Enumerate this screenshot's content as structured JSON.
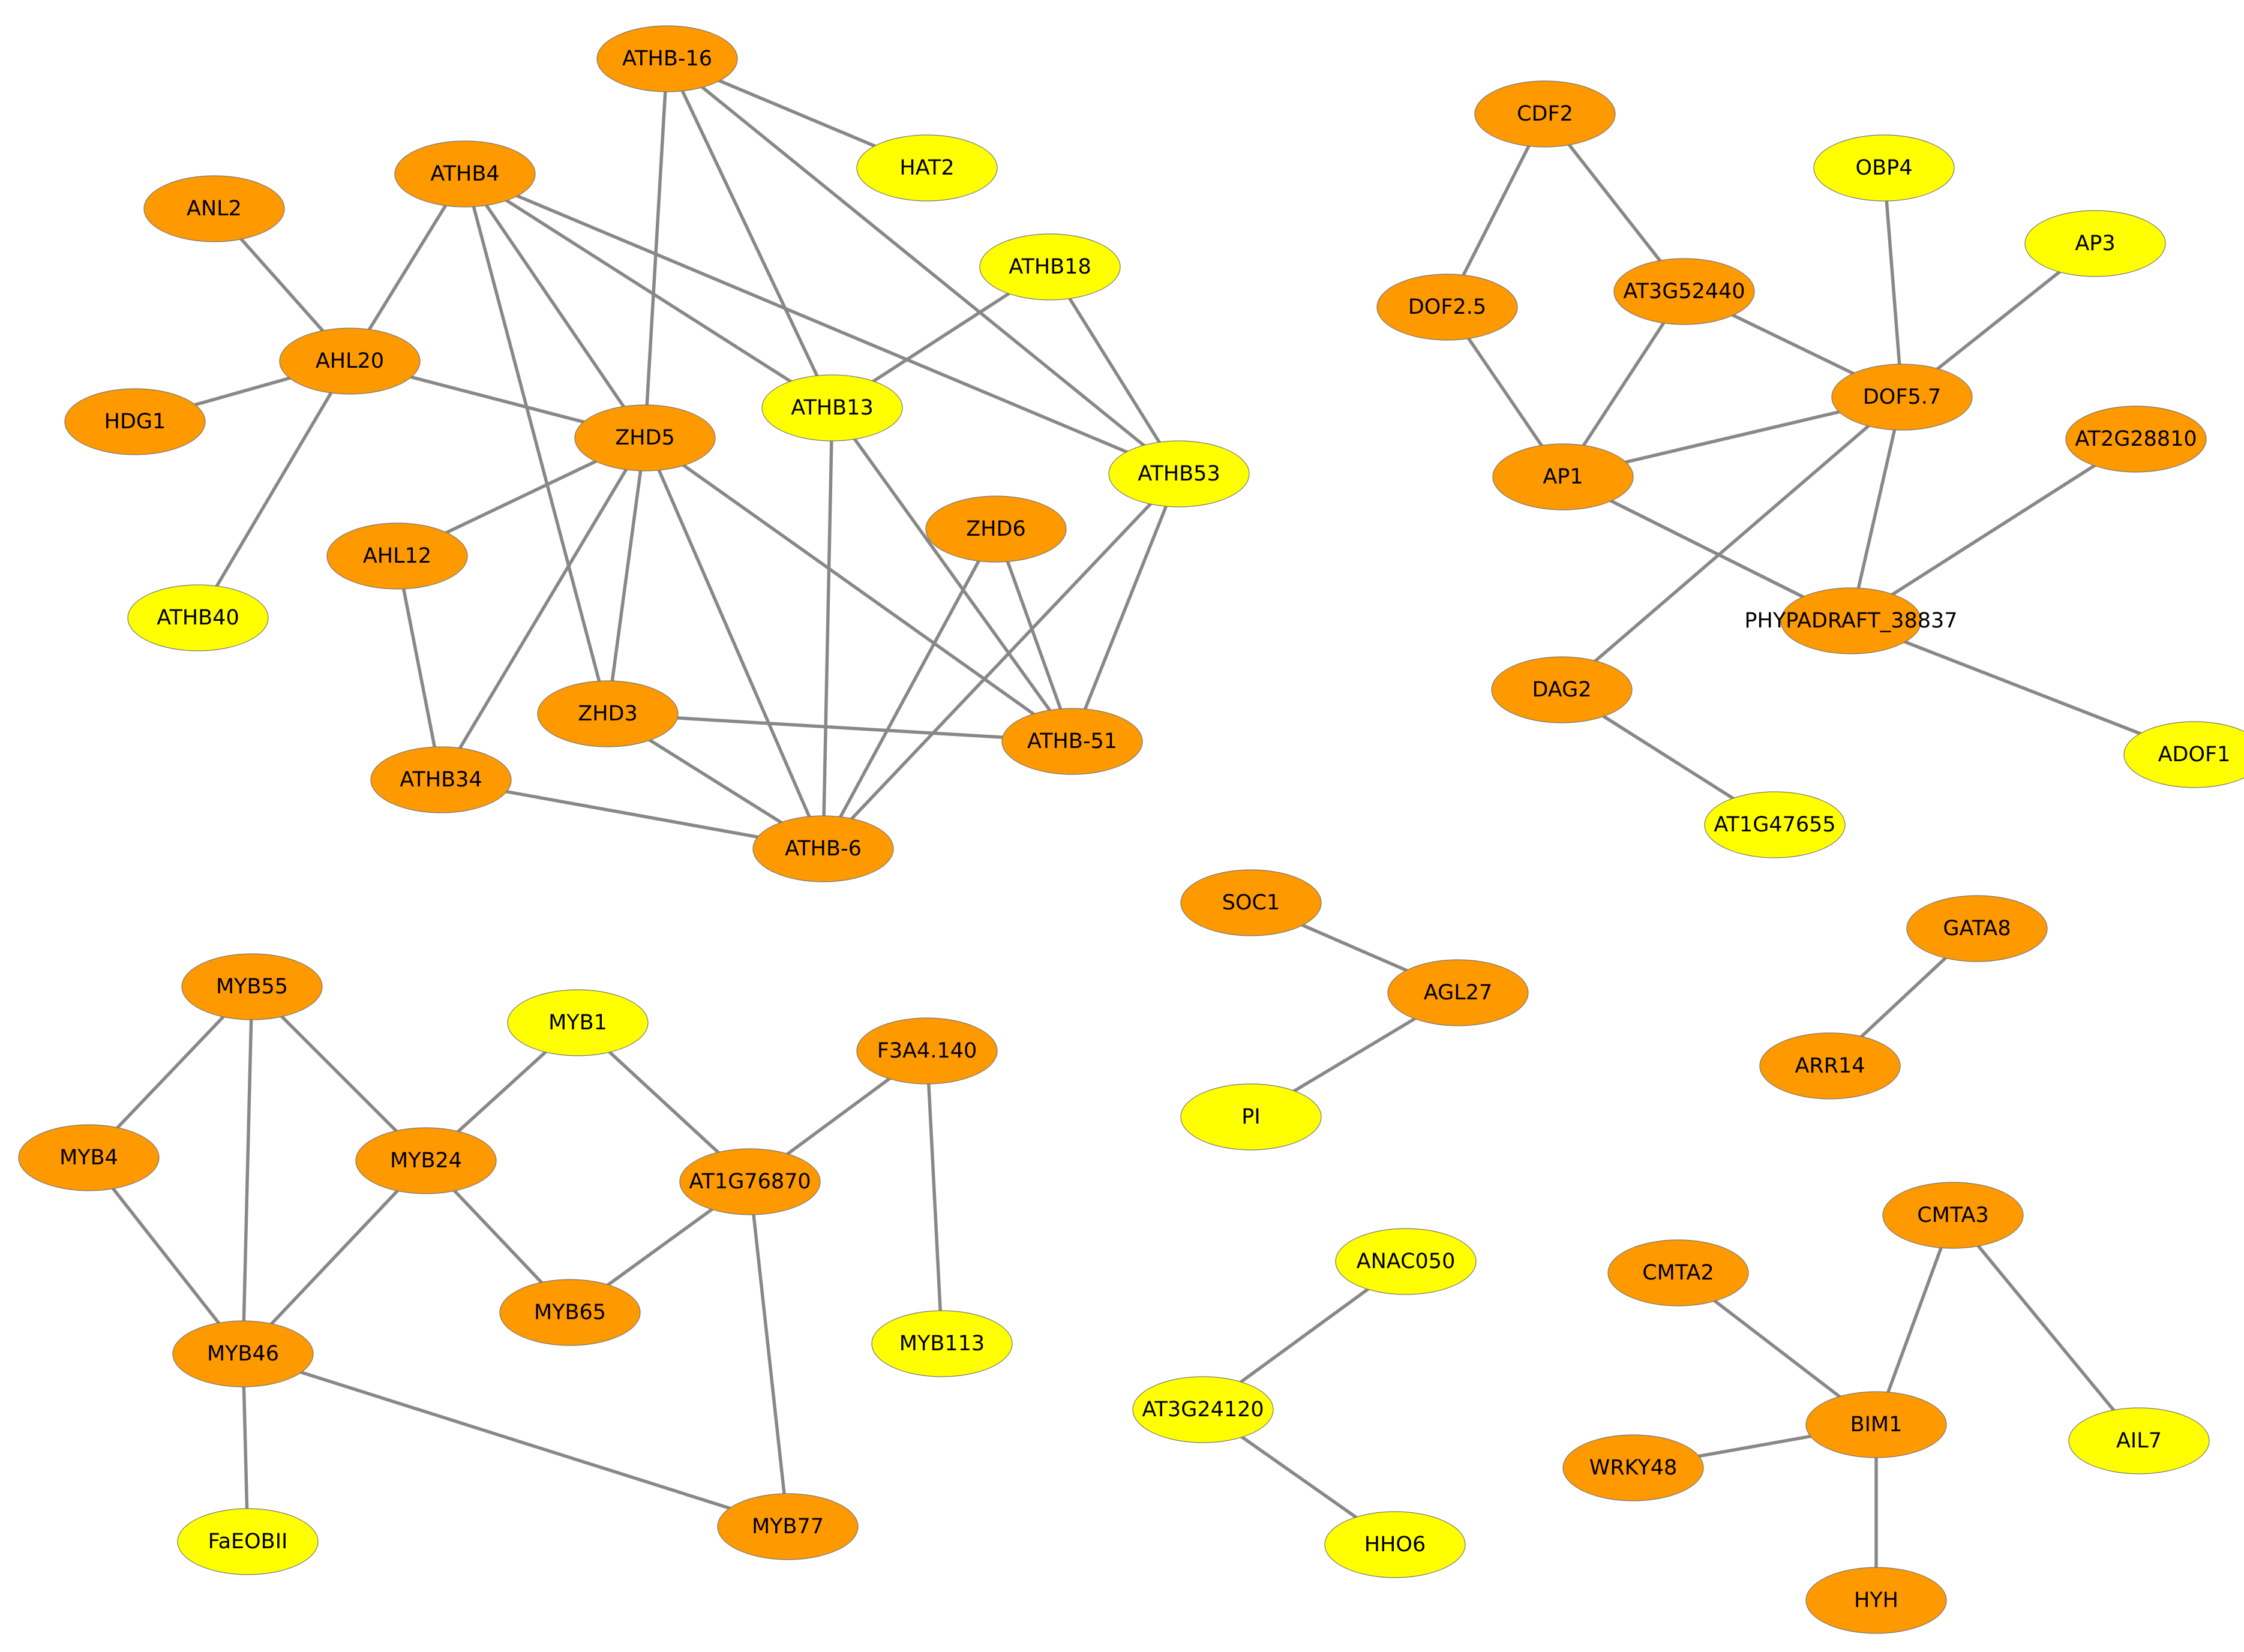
{
  "colors": {
    "orange": "#ff9900",
    "yellow": "#ffff00",
    "edge": "#888888"
  },
  "nodes": [
    {
      "id": "ATHB-16",
      "label": "ATHB-16",
      "color": "orange"
    },
    {
      "id": "HAT2",
      "label": "HAT2",
      "color": "yellow"
    },
    {
      "id": "ATHB4",
      "label": "ATHB4",
      "color": "orange"
    },
    {
      "id": "ANL2",
      "label": "ANL2",
      "color": "orange"
    },
    {
      "id": "ATHB18",
      "label": "ATHB18",
      "color": "yellow"
    },
    {
      "id": "AHL20",
      "label": "AHL20",
      "color": "orange"
    },
    {
      "id": "ATHB13",
      "label": "ATHB13",
      "color": "yellow"
    },
    {
      "id": "HDG1",
      "label": "HDG1",
      "color": "orange"
    },
    {
      "id": "ZHD5",
      "label": "ZHD5",
      "color": "orange"
    },
    {
      "id": "ATHB53",
      "label": "ATHB53",
      "color": "yellow"
    },
    {
      "id": "ZHD6",
      "label": "ZHD6",
      "color": "orange"
    },
    {
      "id": "AHL12",
      "label": "AHL12",
      "color": "orange"
    },
    {
      "id": "ATHB40",
      "label": "ATHB40",
      "color": "yellow"
    },
    {
      "id": "ZHD3",
      "label": "ZHD3",
      "color": "orange"
    },
    {
      "id": "ATHB-51",
      "label": "ATHB-51",
      "color": "orange"
    },
    {
      "id": "ATHB34",
      "label": "ATHB34",
      "color": "orange"
    },
    {
      "id": "ATHB-6",
      "label": "ATHB-6",
      "color": "orange"
    },
    {
      "id": "CDF2",
      "label": "CDF2",
      "color": "orange"
    },
    {
      "id": "OBP4",
      "label": "OBP4",
      "color": "yellow"
    },
    {
      "id": "AP3",
      "label": "AP3",
      "color": "yellow"
    },
    {
      "id": "AT3G52440",
      "label": "AT3G52440",
      "color": "orange"
    },
    {
      "id": "DOF2.5",
      "label": "DOF2.5",
      "color": "orange"
    },
    {
      "id": "DOF5.7",
      "label": "DOF5.7",
      "color": "orange"
    },
    {
      "id": "AT2G28810",
      "label": "AT2G28810",
      "color": "orange"
    },
    {
      "id": "AP1",
      "label": "AP1",
      "color": "orange"
    },
    {
      "id": "PHYPADRAFT_38837",
      "label": "PHYPADRAFT_38837",
      "color": "orange"
    },
    {
      "id": "DAG2",
      "label": "DAG2",
      "color": "orange"
    },
    {
      "id": "ADOF1",
      "label": "ADOF1",
      "color": "yellow"
    },
    {
      "id": "AT1G47655",
      "label": "AT1G47655",
      "color": "yellow"
    },
    {
      "id": "SOC1",
      "label": "SOC1",
      "color": "orange"
    },
    {
      "id": "AGL27",
      "label": "AGL27",
      "color": "orange"
    },
    {
      "id": "PI",
      "label": "PI",
      "color": "yellow"
    },
    {
      "id": "GATA8",
      "label": "GATA8",
      "color": "orange"
    },
    {
      "id": "ARR14",
      "label": "ARR14",
      "color": "orange"
    },
    {
      "id": "MYB55",
      "label": "MYB55",
      "color": "orange"
    },
    {
      "id": "MYB1",
      "label": "MYB1",
      "color": "yellow"
    },
    {
      "id": "F3A4.140",
      "label": "F3A4.140",
      "color": "orange"
    },
    {
      "id": "MYB4",
      "label": "MYB4",
      "color": "orange"
    },
    {
      "id": "MYB24",
      "label": "MYB24",
      "color": "orange"
    },
    {
      "id": "AT1G76870",
      "label": "AT1G76870",
      "color": "orange"
    },
    {
      "id": "MYB65",
      "label": "MYB65",
      "color": "orange"
    },
    {
      "id": "MYB113",
      "label": "MYB113",
      "color": "yellow"
    },
    {
      "id": "MYB46",
      "label": "MYB46",
      "color": "orange"
    },
    {
      "id": "FaEOBII",
      "label": "FaEOBII",
      "color": "yellow"
    },
    {
      "id": "MYB77",
      "label": "MYB77",
      "color": "orange"
    },
    {
      "id": "ANAC050",
      "label": "ANAC050",
      "color": "yellow"
    },
    {
      "id": "AT3G24120",
      "label": "AT3G24120",
      "color": "yellow"
    },
    {
      "id": "HHO6",
      "label": "HHO6",
      "color": "yellow"
    },
    {
      "id": "CMTA3",
      "label": "CMTA3",
      "color": "orange"
    },
    {
      "id": "CMTA2",
      "label": "CMTA2",
      "color": "orange"
    },
    {
      "id": "BIM1",
      "label": "BIM1",
      "color": "orange"
    },
    {
      "id": "AIL7",
      "label": "AIL7",
      "color": "yellow"
    },
    {
      "id": "WRKY48",
      "label": "WRKY48",
      "color": "orange"
    },
    {
      "id": "HYH",
      "label": "HYH",
      "color": "orange"
    }
  ],
  "edges": [
    [
      "ATHB-16",
      "HAT2"
    ],
    [
      "ATHB-16",
      "ZHD5"
    ],
    [
      "ATHB-16",
      "ATHB13"
    ],
    [
      "ATHB-16",
      "ATHB53"
    ],
    [
      "ATHB4",
      "AHL20"
    ],
    [
      "ATHB4",
      "ZHD5"
    ],
    [
      "ATHB4",
      "ZHD3"
    ],
    [
      "ATHB4",
      "ATHB13"
    ],
    [
      "ATHB4",
      "ATHB53"
    ],
    [
      "ANL2",
      "AHL20"
    ],
    [
      "AHL20",
      "HDG1"
    ],
    [
      "AHL20",
      "ATHB40"
    ],
    [
      "AHL20",
      "ZHD5"
    ],
    [
      "ATHB18",
      "ATHB13"
    ],
    [
      "ATHB18",
      "ATHB53"
    ],
    [
      "ATHB13",
      "ATHB-6"
    ],
    [
      "ATHB13",
      "ATHB-51"
    ],
    [
      "ZHD5",
      "AHL12"
    ],
    [
      "ZHD5",
      "ZHD3"
    ],
    [
      "ZHD5",
      "ATHB34"
    ],
    [
      "ZHD5",
      "ATHB-6"
    ],
    [
      "ZHD5",
      "ATHB-51"
    ],
    [
      "ATHB53",
      "ATHB-51"
    ],
    [
      "ATHB53",
      "ATHB-6"
    ],
    [
      "ZHD6",
      "ATHB-51"
    ],
    [
      "ZHD6",
      "ATHB-6"
    ],
    [
      "AHL12",
      "ATHB34"
    ],
    [
      "ZHD3",
      "ATHB-51"
    ],
    [
      "ZHD3",
      "ATHB-6"
    ],
    [
      "ATHB34",
      "ATHB-6"
    ],
    [
      "CDF2",
      "DOF2.5"
    ],
    [
      "CDF2",
      "AT3G52440"
    ],
    [
      "DOF2.5",
      "AP1"
    ],
    [
      "AT3G52440",
      "AP1"
    ],
    [
      "AT3G52440",
      "DOF5.7"
    ],
    [
      "OBP4",
      "DOF5.7"
    ],
    [
      "AP3",
      "DOF5.7"
    ],
    [
      "DOF5.7",
      "AP1"
    ],
    [
      "DOF5.7",
      "PHYPADRAFT_38837"
    ],
    [
      "DOF5.7",
      "DAG2"
    ],
    [
      "AP1",
      "PHYPADRAFT_38837"
    ],
    [
      "AT2G28810",
      "PHYPADRAFT_38837"
    ],
    [
      "PHYPADRAFT_38837",
      "ADOF1"
    ],
    [
      "DAG2",
      "AT1G47655"
    ],
    [
      "SOC1",
      "AGL27"
    ],
    [
      "AGL27",
      "PI"
    ],
    [
      "GATA8",
      "ARR14"
    ],
    [
      "MYB55",
      "MYB4"
    ],
    [
      "MYB55",
      "MYB46"
    ],
    [
      "MYB55",
      "MYB24"
    ],
    [
      "MYB1",
      "MYB24"
    ],
    [
      "MYB1",
      "AT1G76870"
    ],
    [
      "F3A4.140",
      "AT1G76870"
    ],
    [
      "F3A4.140",
      "MYB113"
    ],
    [
      "MYB4",
      "MYB46"
    ],
    [
      "MYB24",
      "MYB46"
    ],
    [
      "MYB24",
      "MYB65"
    ],
    [
      "AT1G76870",
      "MYB65"
    ],
    [
      "AT1G76870",
      "MYB77"
    ],
    [
      "MYB46",
      "FaEOBII"
    ],
    [
      "MYB46",
      "MYB77"
    ],
    [
      "ANAC050",
      "AT3G24120"
    ],
    [
      "AT3G24120",
      "HHO6"
    ],
    [
      "CMTA3",
      "BIM1"
    ],
    [
      "CMTA3",
      "AIL7"
    ],
    [
      "CMTA2",
      "BIM1"
    ],
    [
      "BIM1",
      "WRKY48"
    ],
    [
      "BIM1",
      "HYH"
    ]
  ]
}
